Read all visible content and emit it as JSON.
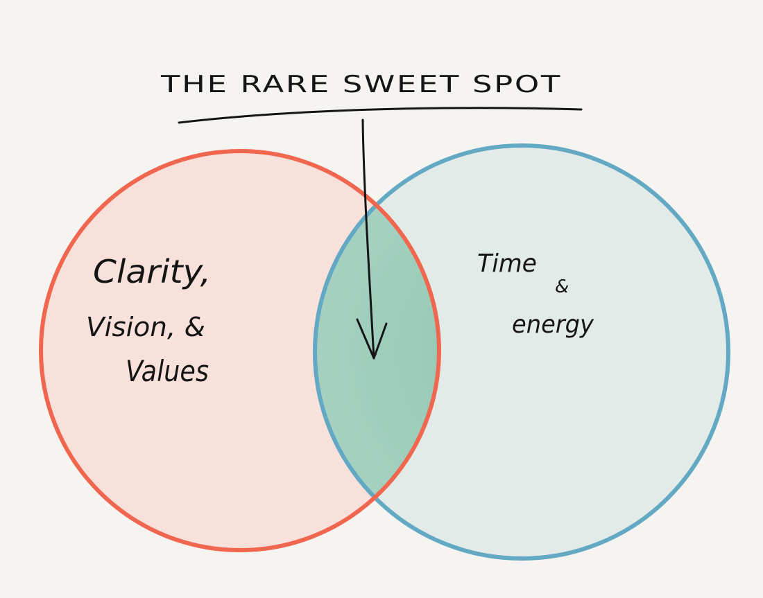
{
  "diagram": {
    "title": "THE RARE SWEET SPOT",
    "left_circle": {
      "lines": [
        "Clarity,",
        "Vision, &",
        "Values"
      ],
      "stroke_color": "#f0664f",
      "fill_color": "#f7e1da"
    },
    "right_circle": {
      "lines": [
        "Time",
        "&",
        "energy"
      ],
      "stroke_color": "#63a9c3",
      "fill_color": "#e2ebe8"
    },
    "overlap": {
      "fill_color": "#a6d1c0",
      "center_color": "#8fc6b1"
    },
    "ink_color": "#151515",
    "background_color": "#f5f4f1"
  }
}
